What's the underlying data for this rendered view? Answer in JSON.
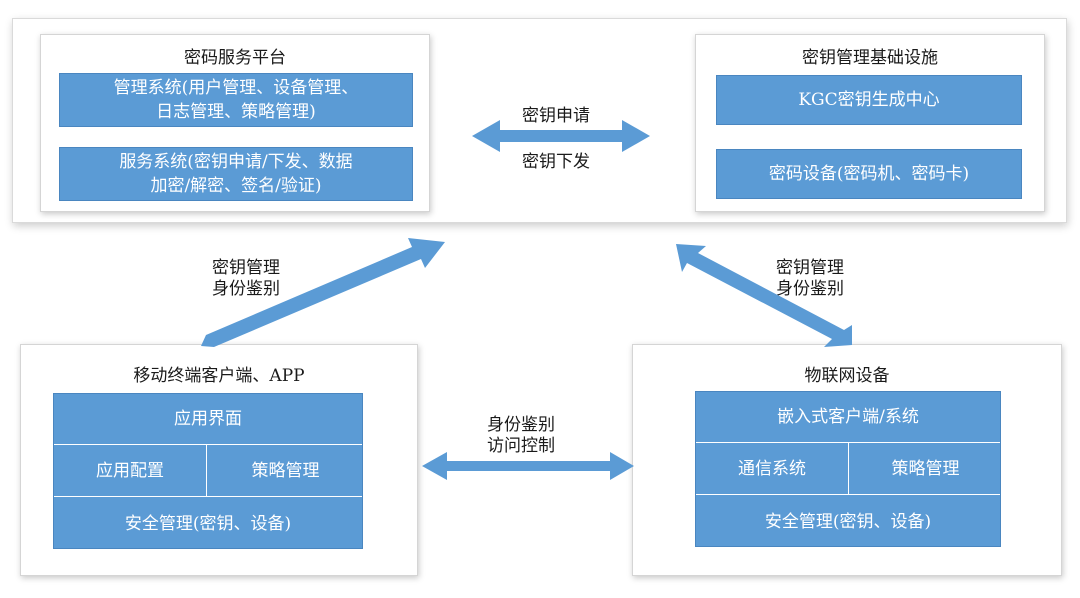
{
  "platform": {
    "title": "密码服务平台",
    "mgmt_line1": "管理系统(用户管理、设备管理、",
    "mgmt_line2": "日志管理、策略管理)",
    "svc_line1": "服务系统(密钥申请/下发、数据",
    "svc_line2": "加密/解密、签名/验证)"
  },
  "kmi": {
    "title": "密钥管理基础设施",
    "kgc": "KGC密钥生成中心",
    "devices": "密码设备(密码机、密码卡)"
  },
  "mid_top": {
    "line1": "密钥申请",
    "line2": "密钥下发"
  },
  "left_diag": {
    "line1": "密钥管理",
    "line2": "身份鉴别"
  },
  "right_diag": {
    "line1": "密钥管理",
    "line2": "身份鉴别"
  },
  "mobile": {
    "title": "移动终端客户端、APP",
    "ui": "应用界面",
    "config": "应用配置",
    "policy": "策略管理",
    "security": "安全管理(密钥、设备)"
  },
  "mid_bottom": {
    "line1": "身份鉴别",
    "line2": "访问控制"
  },
  "iot": {
    "title": "物联网设备",
    "embedded": "嵌入式客户端/系统",
    "comm": "通信系统",
    "policy": "策略管理",
    "security": "安全管理(密钥、设备)"
  },
  "colors": {
    "box": "#5b9bd5",
    "arrow": "#5b9bd5"
  }
}
